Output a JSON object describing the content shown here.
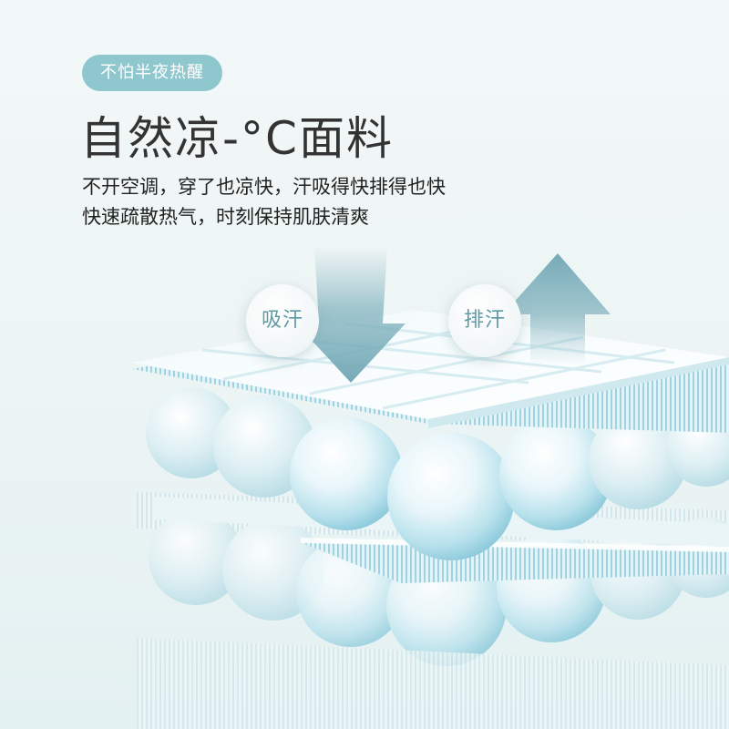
{
  "badge": {
    "text": "不怕半夜热醒"
  },
  "title": {
    "text": "自然凉-°C面料"
  },
  "description": {
    "line1": "不开空调，穿了也凉快，汗吸得快排得也快",
    "line2": "快速疏散热气，时刻保持肌肤清爽"
  },
  "labels": {
    "absorb": "吸汗",
    "wick": "排汗"
  },
  "colors": {
    "badge_bg": "#8fc7cf",
    "label_text": "#5e9aa6",
    "title_text": "#333333",
    "arrow": "#7fb1bd",
    "bubble": "#9fd5e3"
  },
  "icons": {
    "down_arrow": "arrow-down-icon",
    "up_arrow": "arrow-up-icon"
  }
}
